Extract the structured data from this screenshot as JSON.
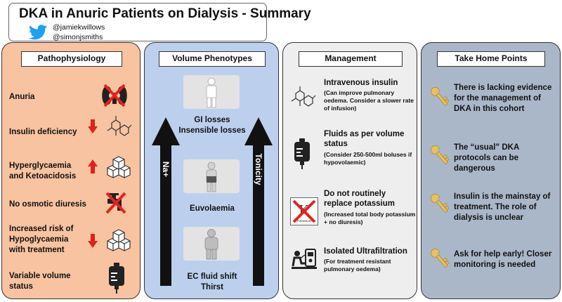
{
  "title": "DKA in Anuric Patients on Dialysis - Summary",
  "handles": [
    "@jamiekwillows",
    "@simonjsmiths"
  ],
  "pathophysiology": {
    "header": "Pathophysiology",
    "items": [
      {
        "text": "Anuria",
        "icon": "kidney-crossed-icon"
      },
      {
        "text": "Insulin deficiency",
        "icon": "insulin-molecule-icon",
        "arrow": "down"
      },
      {
        "text": "Hyperglycaemia and Ketoacidosis",
        "icon": "sugar-cubes-icon",
        "arrow": "up"
      },
      {
        "text": "No osmotic diuresis",
        "icon": "tap-crossed-icon"
      },
      {
        "text": "Increased risk of Hypoglycaemia with treatment",
        "icon": "sugar-cubes-icon",
        "arrow": "down"
      },
      {
        "text": "Variable volume status",
        "icon": "iv-bag-icon"
      }
    ]
  },
  "volume": {
    "header": "Volume Phenotypes",
    "phenotypes": [
      {
        "label": "GI losses\nInsensible losses"
      },
      {
        "label": "Euvolaemia"
      },
      {
        "label": "EC fluid shift\nThirst"
      }
    ],
    "arrow_left": "Na+",
    "arrow_right": "Tonicity"
  },
  "management": {
    "header": "Management",
    "items": [
      {
        "title": "Intravenous insulin",
        "sub": "(Can improve pulmonary oedema. Consider a slower rate of infusion)",
        "icon": "insulin-molecule-icon"
      },
      {
        "title": "Fluids as per volume status",
        "sub": "(Consider 250-500ml boluses if hypovolaemic)",
        "icon": "iv-bag-icon"
      },
      {
        "title": "Do not routinely replace potassium",
        "sub": "(Increased total body potassium + no diuresis)",
        "icon": "potassium-crossed-icon",
        "element_symbol": "K",
        "element_name": "Potassium"
      },
      {
        "title": "Isolated Ultrafiltration",
        "sub": "(For treatment resistant pulmonary oedema)",
        "icon": "dialysis-machine-icon"
      }
    ]
  },
  "take_home": {
    "header": "Take Home Points",
    "items": [
      {
        "text": "There is lacking evidence for the management of DKA in this cohort"
      },
      {
        "text": "The “usual” DKA protocols can be dangerous"
      },
      {
        "text": "Insulin is the mainstay of treatment. The role of dialysis is unclear"
      },
      {
        "text": "Ask for help early! Closer monitoring is needed"
      }
    ],
    "icon": "key-icon"
  },
  "colors": {
    "patho_bg": "#f8c3a0",
    "volume_bg": "#bcd0ee",
    "manage_bg": "#eeeeee",
    "take_bg": "#aab7c9",
    "arrow_red": "#e02020",
    "cross_red": "#e52222",
    "key_gold": "#e8c25a",
    "twitter_blue": "#1da1f2"
  }
}
